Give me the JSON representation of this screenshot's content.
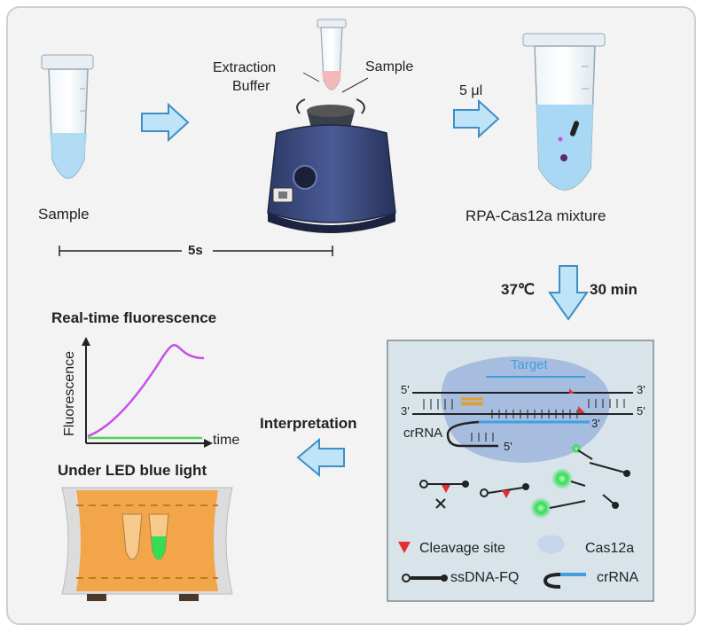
{
  "steps": {
    "sample_label": "Sample",
    "extraction_buffer_line1": "Extraction",
    "extraction_buffer_line2": "Buffer",
    "sample_tube_label": "Sample",
    "volume_label": "5 μl",
    "mixture_label": "RPA-Cas12a mixture",
    "time_label": "5s",
    "temperature_label": "37℃",
    "incubation_label": "30 min"
  },
  "readout": {
    "chart_title": "Real-time fluorescence",
    "y_axis_label": "Fluorescence",
    "x_axis_label": "time",
    "interpretation_label": "Interpretation",
    "led_title": "Under LED blue light"
  },
  "chart_data": {
    "type": "line",
    "title": "Real-time fluorescence",
    "xlabel": "time",
    "ylabel": "Fluorescence",
    "grid": false,
    "series": [
      {
        "values_shape": "sigmoid rising to plateau",
        "color": "#c84ee6"
      },
      {
        "values_shape": "flat baseline",
        "color": "#55d255"
      }
    ]
  },
  "mechanism": {
    "target_label": "Target",
    "five_prime": "5'",
    "three_prime": "3'",
    "crrna_label": "crRNA",
    "legend": {
      "cleavage_site": "Cleavage site",
      "cas12a": "Cas12a",
      "ssdna_fq": "ssDNA-FQ",
      "crrna": "crRNA"
    }
  },
  "colors": {
    "arrow_fill": "#bfe3f7",
    "arrow_stroke": "#3d8fc6",
    "liquid_blue": "#a8d8f3",
    "cas12a_blob": "#9eb6de",
    "crrna_blue": "#3fa0e0",
    "cleavage_red": "#e03030",
    "fluor_green": "#33dd55",
    "magenta_curve": "#c84ee6",
    "led_orange": "#f3a54a"
  }
}
